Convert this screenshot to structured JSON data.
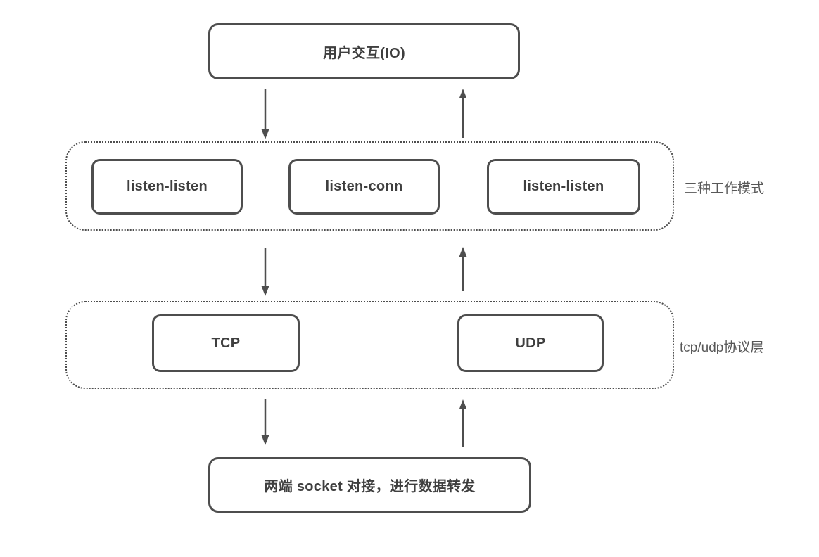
{
  "diagram": {
    "top_box": {
      "label": "用户交互(IO)"
    },
    "modes_group": {
      "side_label": "三种工作模式",
      "boxes": [
        "listen-listen",
        "listen-conn",
        "listen-listen"
      ]
    },
    "protocol_group": {
      "side_label": "tcp/udp协议层",
      "boxes": [
        "TCP",
        "UDP"
      ]
    },
    "bottom_box": {
      "label": "两端 socket 对接，进行数据转发"
    },
    "colors": {
      "stroke": "#4e4e4e",
      "box_text": "#3f3f3f",
      "side_label_text": "#585858",
      "background": "#ffffff"
    }
  }
}
